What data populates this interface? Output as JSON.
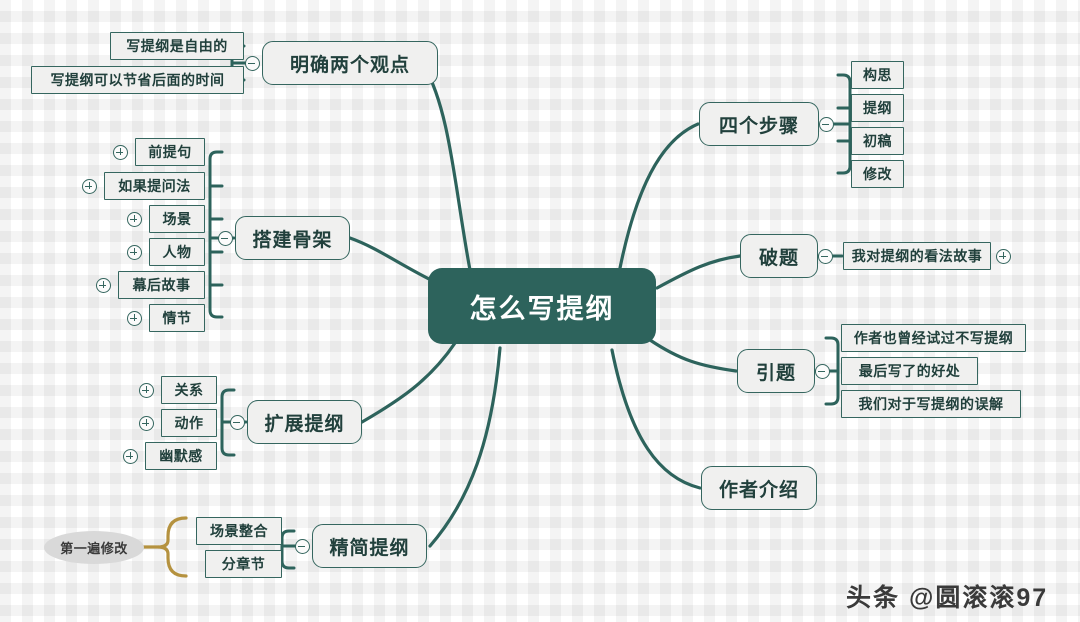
{
  "root": {
    "label": "怎么写提纲",
    "color": "#2d635c"
  },
  "theme": {
    "branch_border": "#35665f",
    "branch_fill": "#f0f0ef",
    "text": "#21403c",
    "link": "#2d635c",
    "summary_accent": "#b5923f",
    "summary_fill": "#d9d9d9"
  },
  "watermark": {
    "text": "头条 @圆滚滚97"
  },
  "branches": [
    {
      "id": "b1",
      "label": "明确两个观点",
      "side": "left",
      "toggle": "collapse",
      "children": [
        {
          "label": "写提纲是自由的",
          "toggle": "none"
        },
        {
          "label": "写提纲可以节省后面的时间",
          "toggle": "none"
        }
      ]
    },
    {
      "id": "b2",
      "label": "搭建骨架",
      "side": "left",
      "toggle": "collapse",
      "children": [
        {
          "label": "前提句",
          "toggle": "expand"
        },
        {
          "label": "如果提问法",
          "toggle": "expand"
        },
        {
          "label": "场景",
          "toggle": "expand"
        },
        {
          "label": "人物",
          "toggle": "expand"
        },
        {
          "label": "幕后故事",
          "toggle": "expand"
        },
        {
          "label": "情节",
          "toggle": "expand"
        }
      ]
    },
    {
      "id": "b3",
      "label": "扩展提纲",
      "side": "left",
      "toggle": "collapse",
      "children": [
        {
          "label": "关系",
          "toggle": "expand"
        },
        {
          "label": "动作",
          "toggle": "expand"
        },
        {
          "label": "幽默感",
          "toggle": "expand"
        }
      ]
    },
    {
      "id": "b4",
      "label": "精简提纲",
      "side": "left",
      "toggle": "collapse",
      "summary": "第一遍修改",
      "children": [
        {
          "label": "场景整合",
          "toggle": "none"
        },
        {
          "label": "分章节",
          "toggle": "none"
        }
      ]
    },
    {
      "id": "b5",
      "label": "四个步骤",
      "side": "right",
      "toggle": "collapse",
      "children": [
        {
          "label": "构思",
          "toggle": "none"
        },
        {
          "label": "提纲",
          "toggle": "none"
        },
        {
          "label": "初稿",
          "toggle": "none"
        },
        {
          "label": "修改",
          "toggle": "none"
        }
      ]
    },
    {
      "id": "b6",
      "label": "破题",
      "side": "right",
      "toggle": "collapse",
      "children": [
        {
          "label": "我对提纲的看法故事",
          "toggle": "expand"
        }
      ]
    },
    {
      "id": "b7",
      "label": "引题",
      "side": "right",
      "toggle": "collapse",
      "children": [
        {
          "label": "作者也曾经试过不写提纲",
          "toggle": "none"
        },
        {
          "label": "最后写了的好处",
          "toggle": "none"
        },
        {
          "label": "我们对于写提纲的误解",
          "toggle": "none"
        }
      ]
    },
    {
      "id": "b8",
      "label": "作者介绍",
      "side": "right",
      "toggle": "none",
      "children": []
    }
  ]
}
